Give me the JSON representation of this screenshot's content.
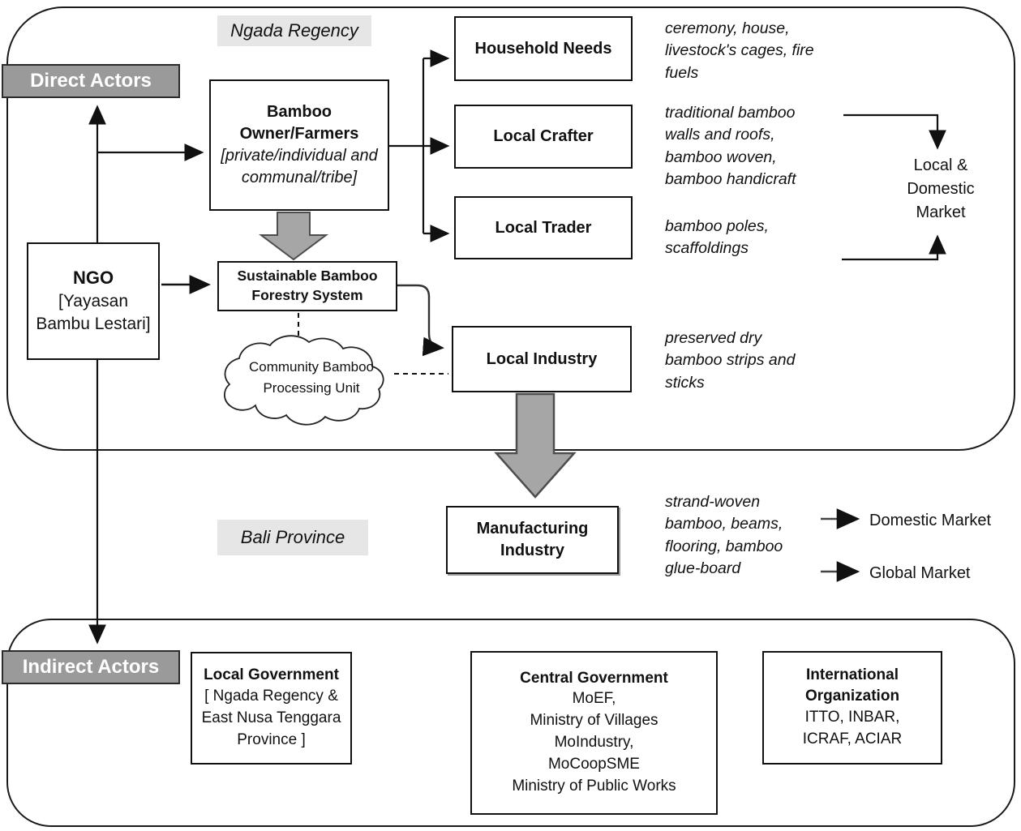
{
  "regions": {
    "ngada": "Ngada Regency",
    "bali": "Bali Province"
  },
  "section_labels": {
    "direct": "Direct Actors",
    "indirect": "Indirect Actors"
  },
  "actors": {
    "bamboo_owner": {
      "title": "Bamboo Owner/Farmers",
      "subtitle": "[private/individual and communal/tribe]"
    },
    "ngo": {
      "title": "NGO",
      "subtitle": "[Yayasan Bambu Lestari]"
    },
    "household": {
      "title": "Household Needs"
    },
    "crafter": {
      "title": "Local Crafter"
    },
    "trader": {
      "title": "Local Trader"
    },
    "sustainable": {
      "title": "Sustainable Bamboo\nForestry System"
    },
    "processing_unit": {
      "title": "Community Bamboo\nProcessing Unit"
    },
    "industry": {
      "title": "Local Industry"
    },
    "manufacturing": {
      "title": "Manufacturing\nIndustry"
    },
    "local_gov": {
      "title": "Local Government",
      "subtitle": "[ Ngada Regency &\nEast Nusa Tenggara\nProvince ]"
    },
    "central_gov": {
      "title": "Central Government",
      "subtitle": "MoEF,\nMinistry of Villages\nMoIndustry,\nMoCoopSME\nMinistry of Public Works"
    },
    "intl_org": {
      "title": "International\nOrganization",
      "subtitle": "ITTO, INBAR,\nICRAF, ACIAR"
    }
  },
  "products": {
    "household": "ceremony, house,\nlivestock's cages, fire\nfuels",
    "crafter": "traditional bamboo\nwalls and roofs,\nbamboo woven,\nbamboo handicraft",
    "trader": "bamboo poles,\nscaffoldings",
    "industry": "preserved dry\nbamboo strips and\nsticks",
    "manufacturing": "strand-woven\nbamboo, beams,\nflooring, bamboo\nglue-board"
  },
  "markets": {
    "local_domestic": "Local &\nDomestic\nMarket",
    "domestic": "Domestic Market",
    "global": "Global Market"
  },
  "colors": {
    "section_label_bg": "#9a9a9a",
    "region_label_bg": "#e6e6e6",
    "big_arrow_fill": "#a6a6a6",
    "big_arrow_stroke": "#4d4d4d",
    "line_color": "#111111"
  }
}
